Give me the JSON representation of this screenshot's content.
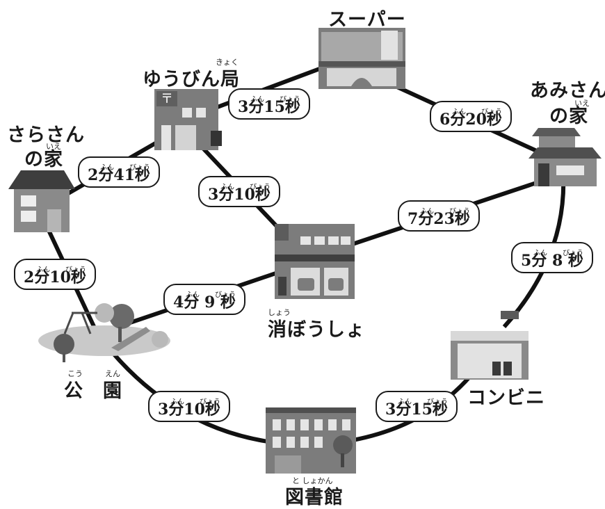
{
  "places": {
    "super": {
      "label": "スーパー"
    },
    "post": {
      "label": "ゆうびん局",
      "ruby": "きょく"
    },
    "ami_1": {
      "label": "あみさん"
    },
    "ami_2": {
      "label": "の家",
      "ruby": "いえ"
    },
    "sara_1": {
      "label": "さらさん"
    },
    "sara_2": {
      "label": "の家",
      "ruby": "いえ"
    },
    "fire": {
      "label": "消ぼうしょ",
      "ruby": "しょう"
    },
    "park": {
      "label": "公　園",
      "ruby_1": "こう",
      "ruby_2": "えん"
    },
    "conbini": {
      "label": "コンビニ"
    },
    "library": {
      "label": "図書館",
      "ruby": "と しょかん"
    }
  },
  "ruby": {
    "fun": "ふん",
    "byou": "びょう"
  },
  "routes": [
    {
      "id": "post-super",
      "time": "3分15秒"
    },
    {
      "id": "super-ami",
      "time": "6分20秒"
    },
    {
      "id": "sara-post",
      "time": "2分41秒"
    },
    {
      "id": "post-fire",
      "time": "3分10秒"
    },
    {
      "id": "fire-ami",
      "time": "7分23秒"
    },
    {
      "id": "ami-conbini",
      "time": "5分 8 秒"
    },
    {
      "id": "sara-park",
      "time": "2分10秒"
    },
    {
      "id": "park-fire",
      "time": "4分 9 秒"
    },
    {
      "id": "park-library",
      "time": "3分10秒"
    },
    {
      "id": "library-conbini",
      "time": "3分15秒"
    }
  ]
}
